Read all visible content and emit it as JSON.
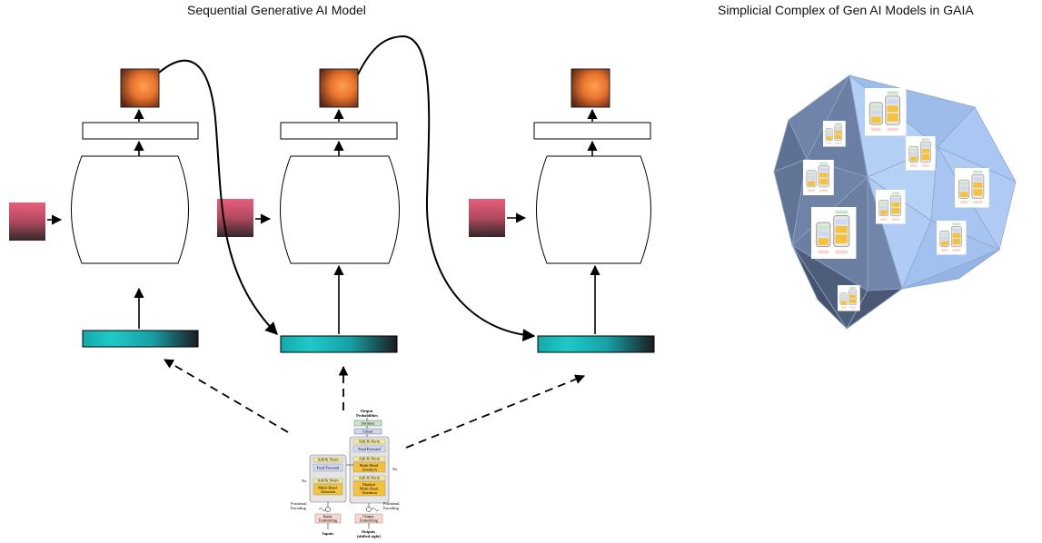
{
  "titles": {
    "sequential": "Sequential Generative AI Model",
    "simplicial": "Simplicial Complex of Gen AI Models in GAIA"
  },
  "transformer": {
    "output_probabilities": [
      "Output",
      "Probabilities"
    ],
    "softmax": "Softmax",
    "linear": "Linear",
    "add_norm": "Add & Norm",
    "feed_forward": "Feed Forward",
    "multi_head": [
      "Multi-Head",
      "Attention"
    ],
    "masked_multi_head": [
      "Masked",
      "Multi-Head",
      "Attention"
    ],
    "nx": "Nx",
    "positional_encoding": [
      "Positional",
      "Encoding"
    ],
    "input_embedding": [
      "Input",
      "Embedding"
    ],
    "output_embedding": [
      "Output",
      "Embedding"
    ],
    "inputs": "Inputs",
    "outputs": [
      "Outputs",
      "(shifted right)"
    ]
  },
  "colors": {
    "orange_center": "#ff8a3a",
    "orange_edge": "#6b2a10",
    "pink_top": "#e05a78",
    "pink_bottom": "#3a2a2a",
    "teal": "#1fc4c4",
    "teal_dark": "#1a1a1a",
    "poly_light": "#a9c7f2",
    "poly_mid": "#7f96be",
    "poly_dark": "#4b5a78"
  }
}
